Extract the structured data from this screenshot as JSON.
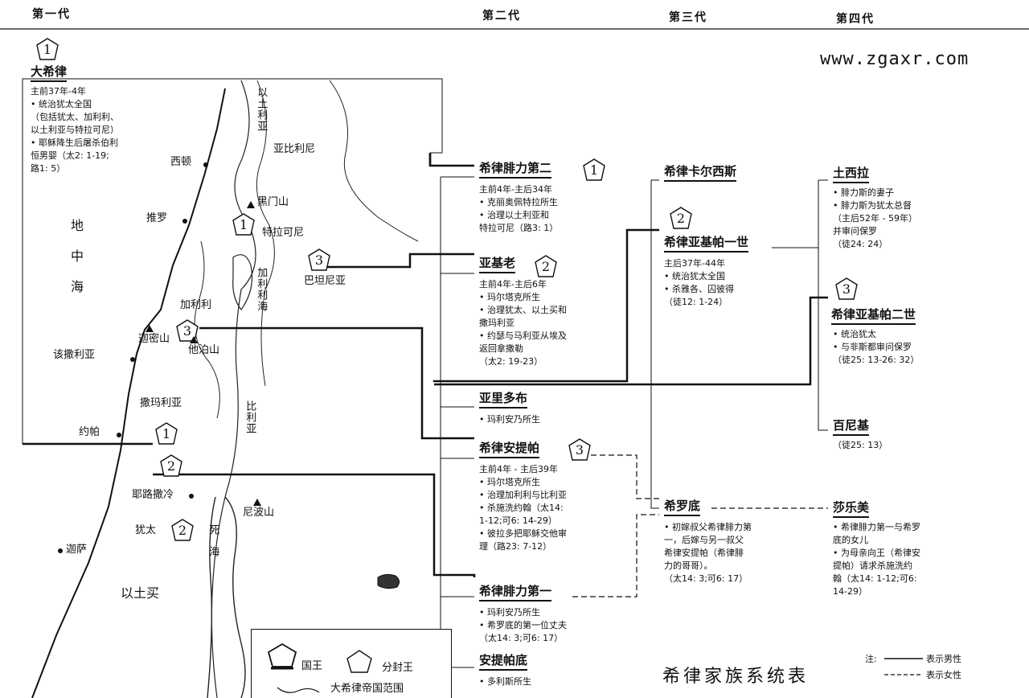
{
  "generations": [
    "第一代",
    "第二代",
    "第三代",
    "第四代"
  ],
  "watermark": "www.zgaxr.com",
  "figure_title": "希律家族系统表",
  "people": {
    "herod_great": {
      "name": "大希律",
      "badge": "1",
      "notes": [
        "主前37年-4年",
        "• 统治犹太全国",
        "（包括犹太、加利利、",
        "以土利亚与特拉可尼）",
        "• 耶稣降生后屠杀伯利",
        "恒男婴（太2: 1-19;",
        "路1: 5）"
      ]
    },
    "philip2": {
      "name": "希律腓力第二",
      "badge": "1",
      "notes": [
        "主前4年-主后34年",
        "• 克丽奥佩特拉所生",
        "• 治理以土利亚和",
        "特拉可尼（路3: 1）"
      ]
    },
    "archelaus": {
      "name": "亚基老",
      "badge": "2",
      "notes": [
        "主前4年-主后6年",
        "• 玛尔塔克所生",
        "• 治理犹太、以土买和",
        "撒玛利亚",
        "• 约瑟与马利亚从埃及",
        "返回拿撒勒",
        "（太2: 19-23）"
      ]
    },
    "aristobulus": {
      "name": "亚里多布",
      "notes": [
        "• 玛利安乃所生"
      ]
    },
    "antipas": {
      "name": "希律安提帕",
      "badge": "3",
      "notes": [
        "主前4年 - 主后39年",
        "• 玛尔塔克所生",
        "• 治理加利利与比利亚",
        "• 杀施洗约翰（太14:",
        "1-12;可6: 14-29）",
        "• 彼拉多把耶稣交他审",
        "理（路23: 7-12）"
      ]
    },
    "philip1": {
      "name": "希律腓力第一",
      "notes": [
        "• 玛利安乃所生",
        "• 希罗底的第一位丈夫",
        "（太14: 3;可6: 17）"
      ]
    },
    "antipater": {
      "name": "安提帕底",
      "notes": [
        "• 多利斯所生"
      ]
    },
    "herod_chalcis": {
      "name": "希律卡尔西斯"
    },
    "agrippa1": {
      "name": "希律亚基帕一世",
      "badge": "2",
      "notes": [
        "主后37年-44年",
        "• 统治犹太全国",
        "• 杀雅各、囚彼得",
        "（徒12: 1-24）"
      ]
    },
    "herodias": {
      "name": "希罗底",
      "notes": [
        "• 初嫁叔父希律腓力第",
        "一，后嫁与另一叔父",
        "希律安提帕（希律腓",
        "力的哥哥）。",
        "（太14: 3;可6: 17）"
      ]
    },
    "drusilla": {
      "name": "土西拉",
      "notes": [
        "• 腓力斯的妻子",
        "• 腓力斯为犹太总督",
        "（主后52年 - 59年）",
        "并审问保罗",
        "（徒24: 24）"
      ]
    },
    "agrippa2": {
      "name": "希律亚基帕二世",
      "badge": "3",
      "notes": [
        "• 统治犹太",
        "• 与非斯都审问保罗",
        "（徒25: 13-26: 32）"
      ]
    },
    "bernice": {
      "name": "百尼基",
      "notes": [
        "（徒25: 13）"
      ]
    },
    "salome": {
      "name": "莎乐美",
      "notes": [
        "• 希律腓力第一与希罗",
        "底的女儿",
        "• 为母亲向王（希律安",
        "提帕）请求杀施洗约",
        "翰（太14: 1-12;可6:",
        "14-29）"
      ]
    }
  },
  "map": {
    "sea": "地中海",
    "places": {
      "idumea_top": "以土利亚",
      "abilene": "亚比利尼",
      "sidon": "西顿",
      "tyre": "推罗",
      "mt_hermon": "黑门山",
      "trachonitis": "特拉可尼",
      "batanea": "巴坦尼亚",
      "sea_galilee": "加利利海",
      "galilee": "加利利",
      "mt_carmel": "迦密山",
      "mt_tabor": "他泊山",
      "caesarea": "该撒利亚",
      "samaria": "撒玛利亚",
      "perea": "比利亚",
      "joppa": "约帕",
      "jerusalem": "耶路撒冷",
      "judea": "犹太",
      "dead_sea": "死海",
      "mt_nebo": "尼波山",
      "gaza": "迦萨",
      "idumea": "以土买"
    },
    "badges": {
      "trachonitis": "1",
      "batanea": "3",
      "galilee": "3",
      "samaria": "1",
      "jerusalem": "2",
      "judea": "2"
    }
  },
  "legend": {
    "king": "国王",
    "tetrarch": "分封王",
    "empire": "大希律帝国范围"
  },
  "note": {
    "prefix": "注:",
    "male": "表示男性",
    "female": "表示女性"
  }
}
